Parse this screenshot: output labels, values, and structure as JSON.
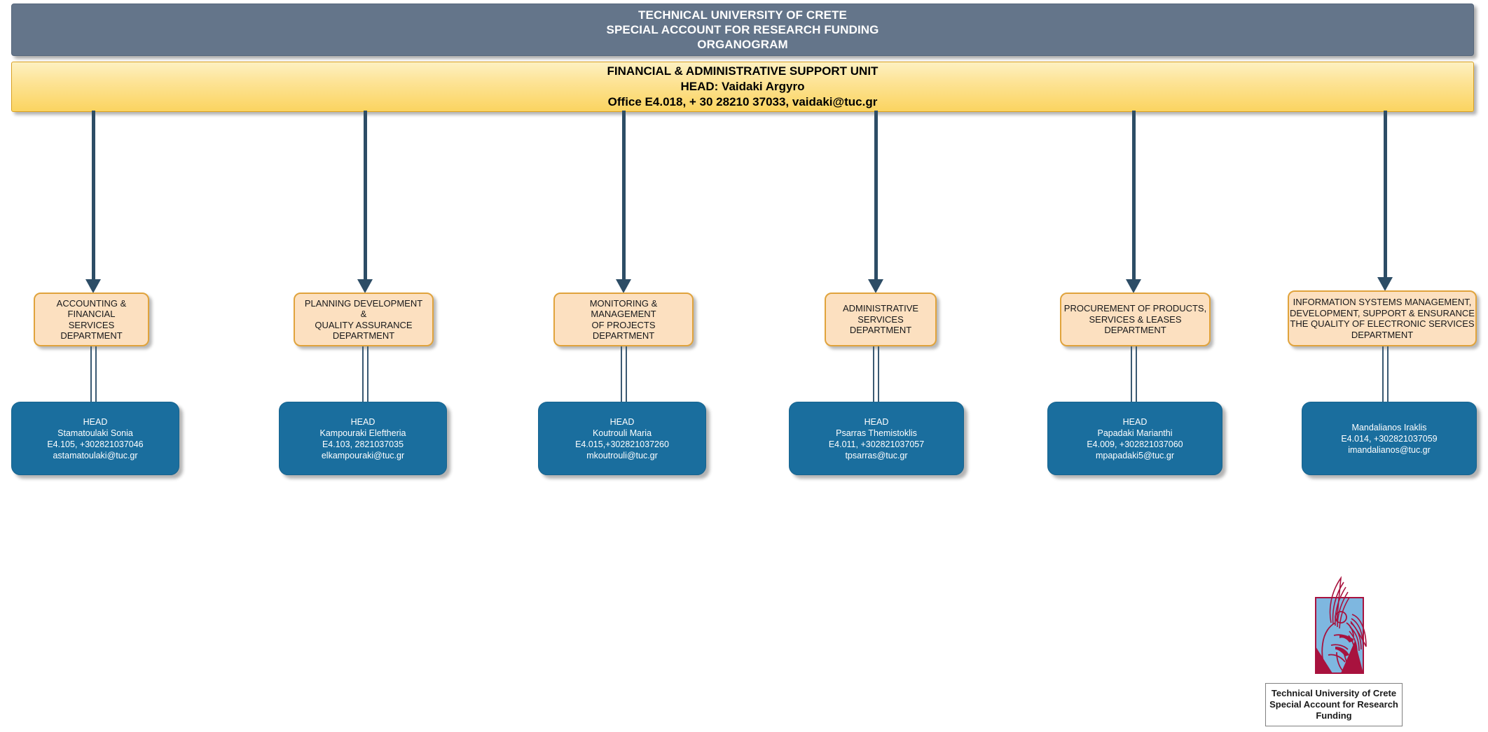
{
  "title_banner": {
    "line1": "TECHNICAL UNIVERSITY OF CRETE",
    "line2": "SPECIAL ACCOUNT FOR RESEARCH FUNDING",
    "line3": "ORGANOGRAM"
  },
  "unit_banner": {
    "line1": "FINANCIAL & ADMINISTRATIVE SUPPORT UNIT",
    "line2": "HEAD: Vaidaki Argyro",
    "line3": "Office E4.018, + 30 28210 37033, vaidaki@tuc.gr"
  },
  "departments": [
    {
      "lines": [
        "ACCOUNTING &",
        "FINANCIAL",
        "SERVICES",
        "DEPARTMENT"
      ],
      "head": {
        "role": "HEAD",
        "name": "Stamatoulaki Sonia",
        "contact": "E4.105, +302821037046",
        "email": "astamatoulaki@tuc.gr"
      }
    },
    {
      "lines": [
        "PLANNING DEVELOPMENT",
        "&",
        "QUALITY ASSURANCE",
        "DEPARTMENT"
      ],
      "head": {
        "role": "HEAD",
        "name": "Kampouraki Eleftheria",
        "contact": "E4.103, 2821037035",
        "email": "elkampouraki@tuc.gr"
      }
    },
    {
      "lines": [
        "MONITORING &",
        "MANAGEMENT",
        "OF PROJECTS",
        "DEPARTMENT"
      ],
      "head": {
        "role": "HEAD",
        "name": "Koutrouli Maria",
        "contact": "E4.015,+302821037260",
        "email": "mkoutrouli@tuc.gr"
      }
    },
    {
      "lines": [
        "ADMINISTRATIVE",
        "SERVICES",
        "DEPARTMENT"
      ],
      "head": {
        "role": "HEAD",
        "name": "Psarras Themistoklis",
        "contact": "E4.011, +302821037057",
        "email": "tpsarras@tuc.gr"
      }
    },
    {
      "lines": [
        "PROCUREMENT OF PRODUCTS,",
        "SERVICES & LEASES",
        "DEPARTMENT"
      ],
      "head": {
        "role": "HEAD",
        "name": "Papadaki Marianthi",
        "contact": "E4.009, +302821037060",
        "email": "mpapadaki5@tuc.gr"
      }
    },
    {
      "lines": [
        "INFORMATION SYSTEMS MANAGEMENT,",
        "DEVELOPMENT, SUPPORT & ENSURANCE",
        "THE QUALITY OF ELECTRONIC SERVICES",
        "DEPARTMENT"
      ],
      "head": {
        "role": "",
        "name": "Mandalianos Iraklis",
        "contact": "E4.014, +302821037059",
        "email": "imandalianos@tuc.gr"
      }
    }
  ],
  "logo": {
    "name": "technical-university-of-crete-emblem",
    "caption_line1": "Technical University of Crete",
    "caption_line2": "Special Account for Research",
    "caption_line3": "Funding",
    "crimson": "#a8123e",
    "sky": "#7eb7e0"
  },
  "colors": {
    "header_slate": "#64758a",
    "banner_gold": "#fbd460",
    "department_peach": "#fce0c0",
    "department_border": "#e0a33c",
    "head_blue": "#1a6e9e",
    "connector": "#2d4d66"
  }
}
